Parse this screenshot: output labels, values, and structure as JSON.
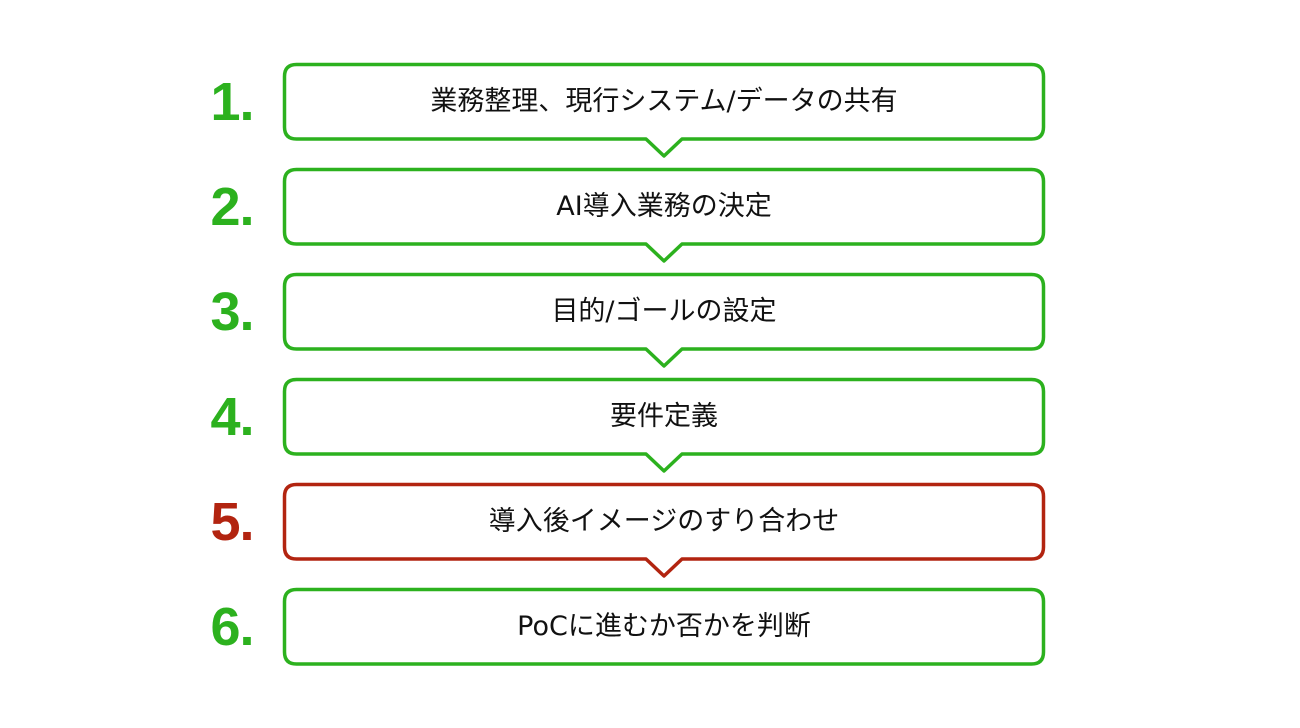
{
  "colors": {
    "default": "#2cb11e",
    "highlight": "#b22410",
    "text": "#111111",
    "background": "#ffffff"
  },
  "steps": [
    {
      "number": "1.",
      "label": "業務整理、現行システム/データの共有",
      "highlight": false,
      "has_arrow": true
    },
    {
      "number": "2.",
      "label": "AI導入業務の決定",
      "highlight": false,
      "has_arrow": true
    },
    {
      "number": "3.",
      "label": "目的/ゴールの設定",
      "highlight": false,
      "has_arrow": true
    },
    {
      "number": "4.",
      "label": "要件定義",
      "highlight": false,
      "has_arrow": true
    },
    {
      "number": "5.",
      "label": "導入後イメージのすり合わせ",
      "highlight": true,
      "has_arrow": true
    },
    {
      "number": "6.",
      "label": "PoCに進むか否かを判断",
      "highlight": false,
      "has_arrow": false
    }
  ]
}
